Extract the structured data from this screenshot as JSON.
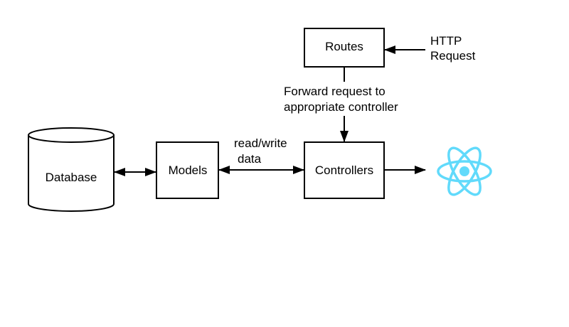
{
  "diagram": {
    "nodes": {
      "database": "Database",
      "models": "Models",
      "controllers": "Controllers",
      "routes": "Routes"
    },
    "edge_labels": {
      "http_request": [
        "HTTP",
        "Request"
      ],
      "forward": [
        "Forward request to",
        "appropriate controller"
      ],
      "read_write": [
        "read/write",
        "data"
      ]
    },
    "icons": {
      "view": "react-logo-icon"
    },
    "colors": {
      "line": "#000000",
      "react": "#61dafb"
    }
  }
}
